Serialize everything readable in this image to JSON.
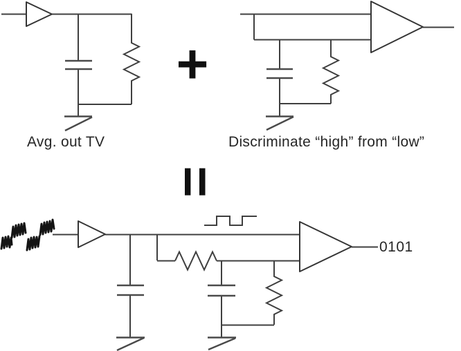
{
  "page": {
    "background": "#ffffff"
  },
  "style": {
    "wire_color": "#3f3f3f",
    "signal_color": "#141414",
    "text_color": "#262626"
  },
  "equation": {
    "plus": "+",
    "equals": "="
  },
  "circuits": {
    "top_left": {
      "label": "Avg. out TV"
    },
    "top_right": {
      "label": "Discriminate “high” from “low”"
    },
    "bottom": {
      "output_label": "0101"
    }
  },
  "icons": {
    "buffer_amplifier": "triangle",
    "comparator_amplifier": "triangle",
    "capacitor": "parallel-plates",
    "resistor": "zigzag",
    "ground": "bar-with-slash",
    "noisy_signal": "scribble-waveform",
    "square_wave": "pulse-train"
  }
}
